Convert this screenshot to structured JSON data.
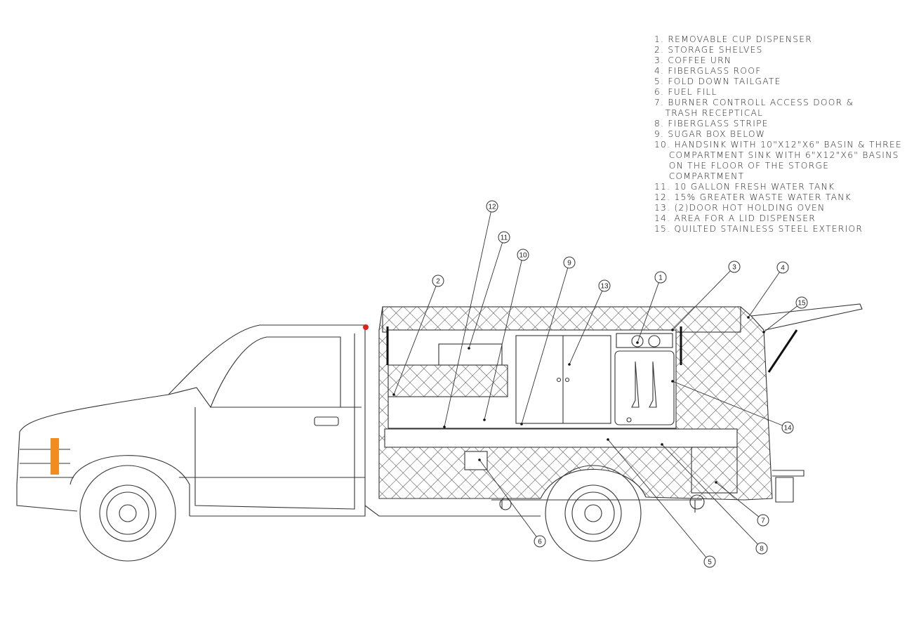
{
  "legend": [
    "1. REMOVABLE CUP DISPENSER",
    "2. STORAGE SHELVES",
    "3. COFFEE URN",
    "4. FIBERGLASS ROOF",
    "5. FOLD DOWN TAILGATE",
    "6. FUEL FILL",
    "7. BURNER CONTROLL ACCESS DOOR &",
    "   TRASH RECEPTICAL",
    "8. FIBERGLASS STRIPE",
    "9. SUGAR BOX BELOW",
    "10. HANDSINK WITH 10\"X12\"X6\" BASIN & THREE",
    "    COMPARTMENT SINK WITH 6\"X12\"X6\" BASINS",
    "    ON THE FLOOR OF THE STORGE",
    "    COMPARTMENT",
    "11. 10 GALLON FRESH WATER TANK",
    "12. 15% GREATER WASTE WATER TANK",
    "13. (2)DOOR HOT HOLDING OVEN",
    "14. AREA FOR A LID DISPENSER",
    "15. QUILTED STAINLESS STEEL EXTERIOR"
  ],
  "callouts": [
    "12",
    "11",
    "10",
    "9",
    "13",
    "1",
    "3",
    "4",
    "15",
    "2",
    "14",
    "7",
    "8",
    "5",
    "6"
  ],
  "colors": {
    "line": "#333333",
    "marker_light": "#f28c1e",
    "clearance_light": "#e0201b"
  }
}
